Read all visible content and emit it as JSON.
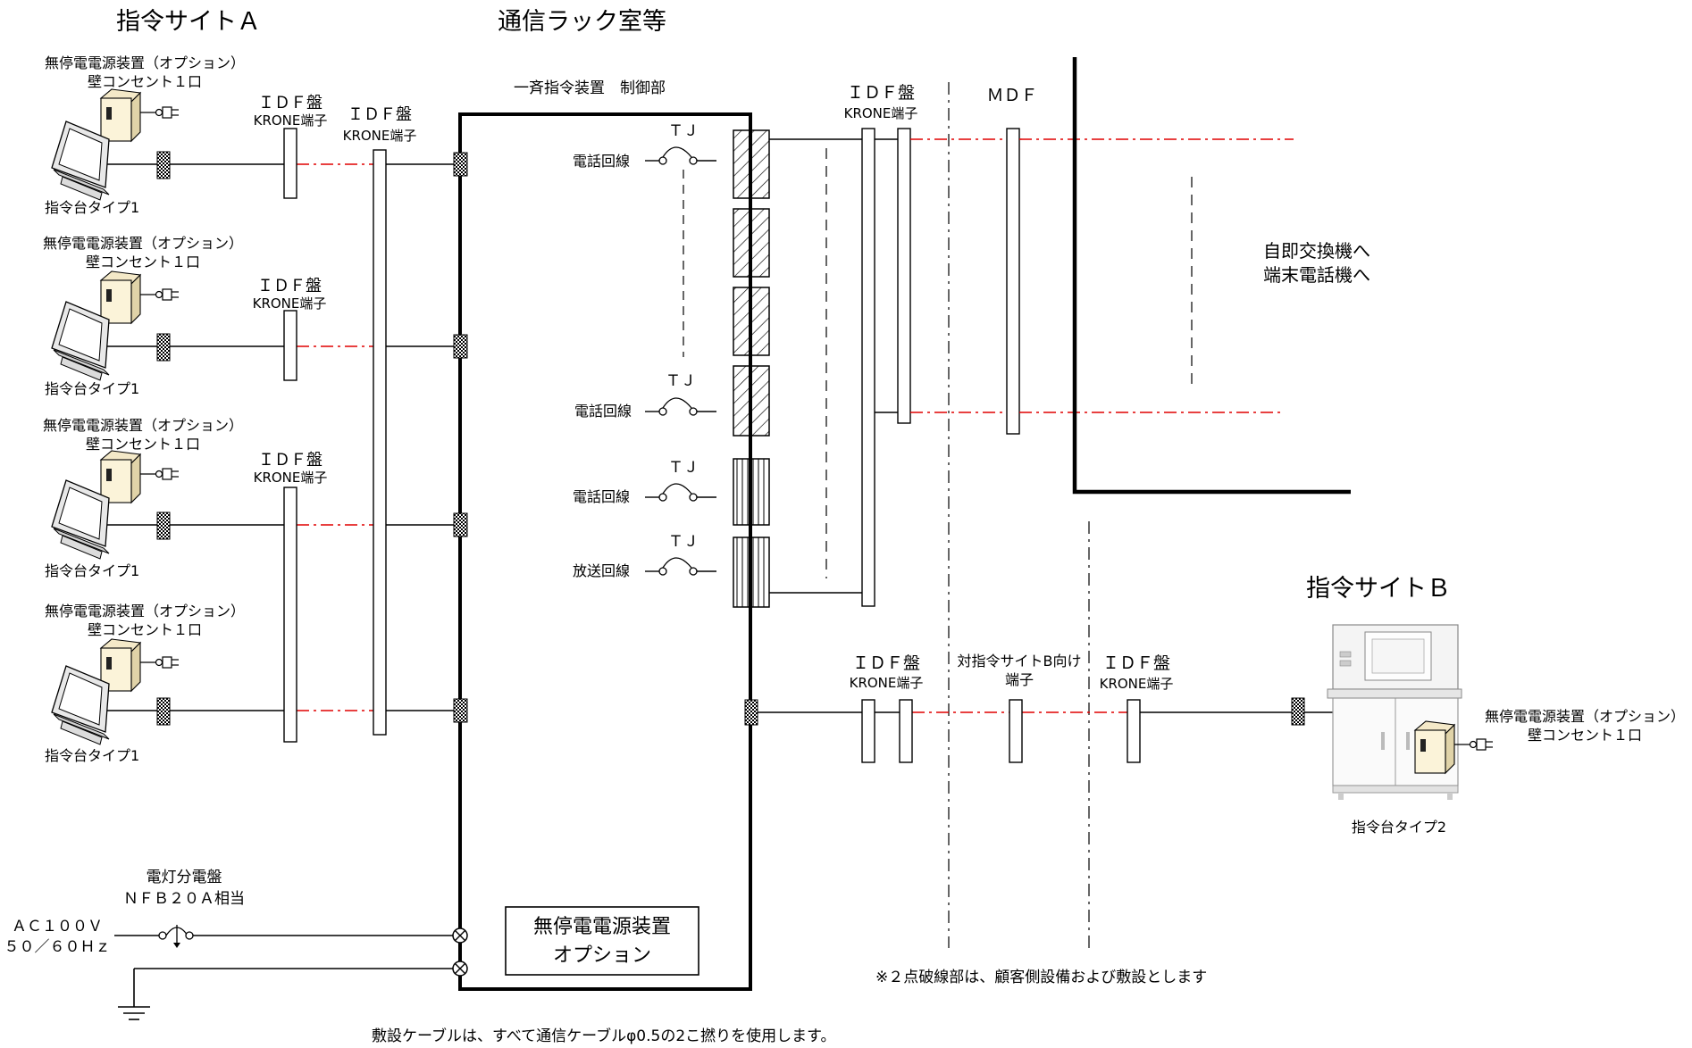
{
  "titles": {
    "site_a": "指令サイトＡ",
    "rack_room": "通信ラック室等",
    "site_b": "指令サイトＢ",
    "controller": "一斉指令装置　制御部"
  },
  "terminal_a": {
    "ups_line1": "無停電電源装置（オプション）",
    "ups_line2": "壁コンセント１口",
    "console": "指令台タイプ1"
  },
  "idf": {
    "title": "ＩＤＦ盤",
    "krone": "KRONE端子"
  },
  "mdf": "ＭＤＦ",
  "lines": {
    "tj": "ＴＪ",
    "phone": "電話回線",
    "broadcast": "放送回線"
  },
  "exchange": {
    "line1": "自即交換機へ",
    "line2": "端末電話機へ"
  },
  "site_b_terminal": {
    "to_site_b_line1": "対指令サイトB向け",
    "to_site_b_line2": "端子",
    "ups_line1": "無停電電源装置（オプション）",
    "ups_line2": "壁コンセント１口",
    "console": "指令台タイプ2"
  },
  "power": {
    "panel_line1": "電灯分電盤",
    "panel_line2": "ＮＦＢ２０Ａ相当",
    "ac_line1": "ＡＣ１００Ｖ",
    "ac_line2": "５０／６０Ｈｚ"
  },
  "rack_ups": {
    "line1": "無停電電源装置",
    "line2": "オプション"
  },
  "notes": {
    "dashed": "※２点破線部は、顧客側設備および敷設とします",
    "cable": "敷設ケーブルは、すべて通信ケーブルφ0.5の2こ撚りを使用します。"
  },
  "colors": {
    "line": "#000000",
    "customer_dash": "#e00000",
    "equipment_fill": "#f2f2f2"
  }
}
